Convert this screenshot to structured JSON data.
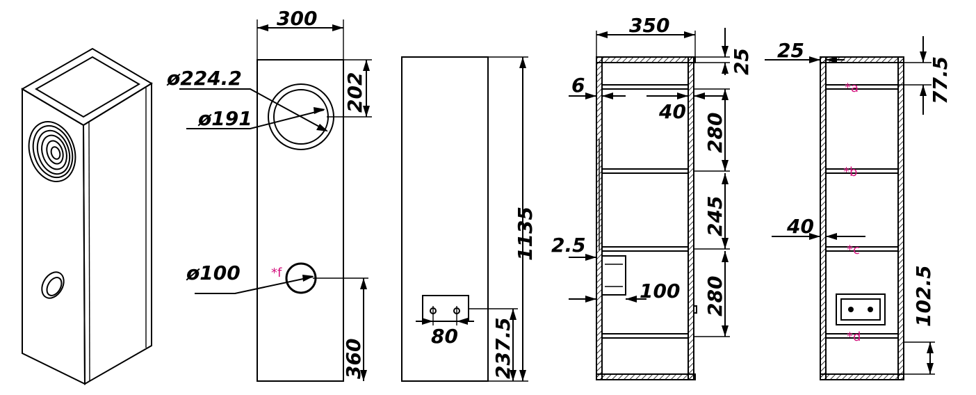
{
  "dimensions": {
    "width_300": "300",
    "dia_224": "ø224.2",
    "dia_191": "ø191",
    "h_202": "202",
    "dia_100": "ø100",
    "h_360": "360",
    "h_1135": "1135",
    "w_80": "80",
    "h_237": "237.5",
    "w_350": "350",
    "t_25a": "25",
    "t_6": "6",
    "t_40a": "40",
    "h_280a": "280",
    "h_245": "245",
    "t_2_5": "2.5",
    "w_100": "100",
    "h_280b": "280",
    "t_25b": "25",
    "h_77_5": "77.5",
    "t_40b": "40",
    "h_102_5": "102.5"
  },
  "markers": {
    "a": "*a",
    "b": "*b",
    "c": "*c",
    "d": "*d",
    "f": "*f"
  }
}
